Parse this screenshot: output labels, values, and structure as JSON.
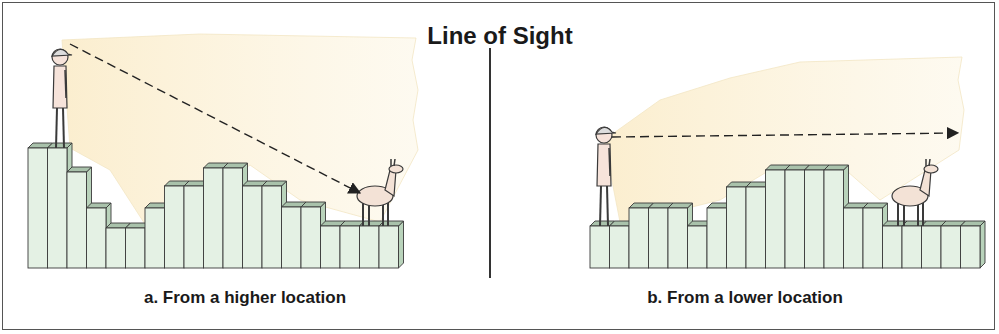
{
  "diagram": {
    "title": "Line of Sight",
    "labels": [
      "a. From a higher location",
      "b. From a lower location"
    ]
  }
}
